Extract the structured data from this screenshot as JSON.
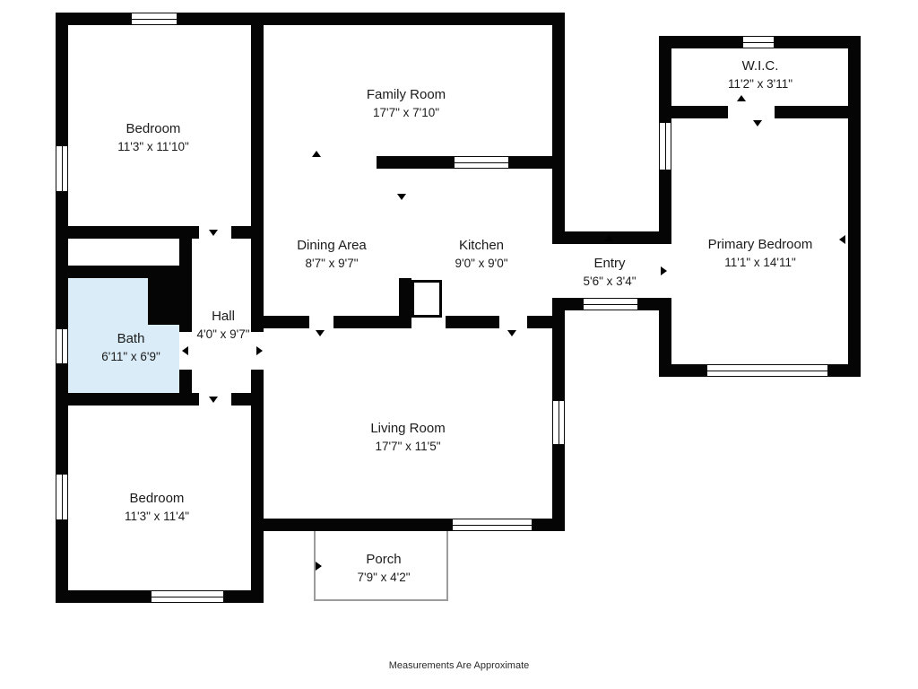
{
  "rooms": {
    "bedroom_top": {
      "name": "Bedroom",
      "dims": "11'3\" x 11'10\""
    },
    "family_room": {
      "name": "Family Room",
      "dims": "17'7\" x 7'10\""
    },
    "wic": {
      "name": "W.I.C.",
      "dims": "11'2\" x 3'11\""
    },
    "primary_bedroom": {
      "name": "Primary Bedroom",
      "dims": "11'1\" x 14'11\""
    },
    "dining_area": {
      "name": "Dining Area",
      "dims": "8'7\" x 9'7\""
    },
    "kitchen": {
      "name": "Kitchen",
      "dims": "9'0\" x 9'0\""
    },
    "entry": {
      "name": "Entry",
      "dims": "5'6\" x 3'4\""
    },
    "hall": {
      "name": "Hall",
      "dims": "4'0\" x 9'7\""
    },
    "bath": {
      "name": "Bath",
      "dims": "6'11\" x 6'9\""
    },
    "living_room": {
      "name": "Living Room",
      "dims": "17'7\" x 11'5\""
    },
    "bedroom_bottom": {
      "name": "Bedroom",
      "dims": "11'3\" x 11'4\""
    },
    "porch": {
      "name": "Porch",
      "dims": "7'9\" x 4'2\""
    }
  },
  "footer": {
    "note": "Measurements Are Approximate"
  },
  "colors": {
    "wall": "#050505",
    "bath_highlight": "#d9ecf8",
    "porch_outline": "#9c9c9c"
  }
}
